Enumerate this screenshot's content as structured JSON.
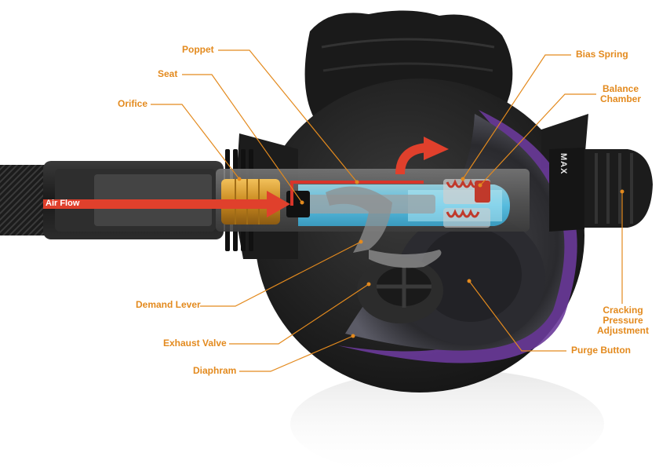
{
  "labels": {
    "poppet": "Poppet",
    "seat": "Seat",
    "orifice": "Orifice",
    "bias_spring": "Bias Spring",
    "balance_chamber": "Balance Chamber",
    "air_flow": "Air Flow",
    "demand_lever": "Demand Lever",
    "exhaust_valve": "Exhaust Valve",
    "diaphram": "Diaphram",
    "cracking_pressure": "Cracking Pressure Adjustment",
    "purge_button": "Purge Button"
  },
  "brand": "MAX",
  "colors": {
    "callout": "#e38a1e",
    "air_flow": "#e0402c",
    "body": "#1e1e1e",
    "diaphragm_edge": "#6a3a9a",
    "chamber": "#5fd3f2",
    "brass": "#d59a2c"
  }
}
